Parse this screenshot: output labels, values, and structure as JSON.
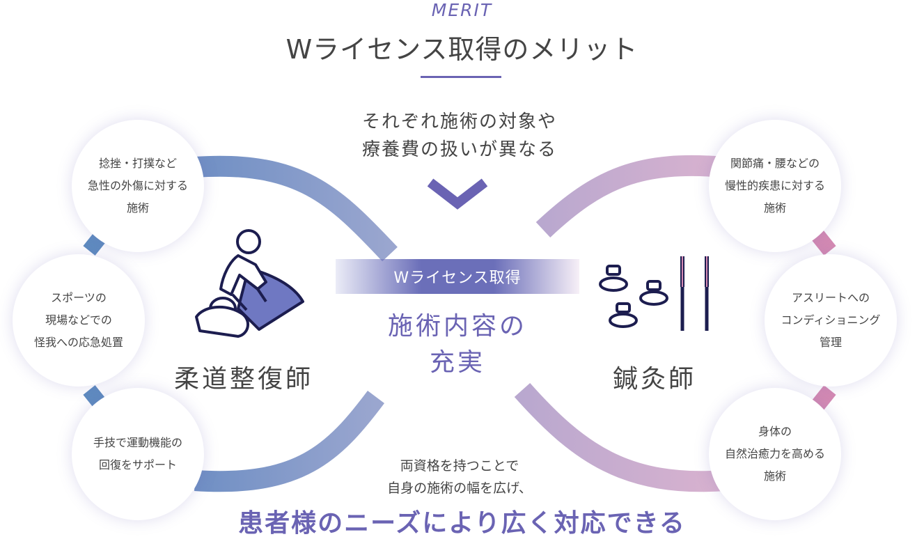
{
  "header": {
    "eyebrow": "MERIT",
    "title": "Wライセンス取得のメリット"
  },
  "intro": {
    "line1": "それぞれ施術の対象や",
    "line2": "療養費の扱いが異なる"
  },
  "left": {
    "profession": "柔道整復師",
    "items": [
      {
        "text": "捻挫・打撲など\n急性の外傷に対する\n施術"
      },
      {
        "text": "スポーツの\n現場などでの\n怪我への応急処置"
      },
      {
        "text": "手技で運動機能の\n回復をサポート"
      }
    ]
  },
  "right": {
    "profession": "鍼灸師",
    "items": [
      {
        "text": "関節痛・腰などの\n慢性的疾患に対する\n施術"
      },
      {
        "text": "アスリートへの\nコンディショニング\n管理"
      },
      {
        "text": "身体の\n自然治癒力を高める\n施術"
      }
    ]
  },
  "center": {
    "badge": "Wライセンス取得",
    "line1": "施術内容の",
    "line2": "充実"
  },
  "bottom": {
    "sub1": "両資格を持つことで",
    "sub2": "自身の施術の幅を広げ、",
    "main": "患者様のニーズにより広く対応できる"
  },
  "colors": {
    "accent": "#6a63b3",
    "left_ribbon": "#7f93c6",
    "right_ribbon": "#c4a4c8",
    "left_link": "#5f8cc0",
    "right_link": "#d48ab3"
  },
  "icons": {
    "left": "massage-therapist-icon",
    "right": "moxa-and-needles-icon",
    "arrow": "chevron-down-icon"
  }
}
